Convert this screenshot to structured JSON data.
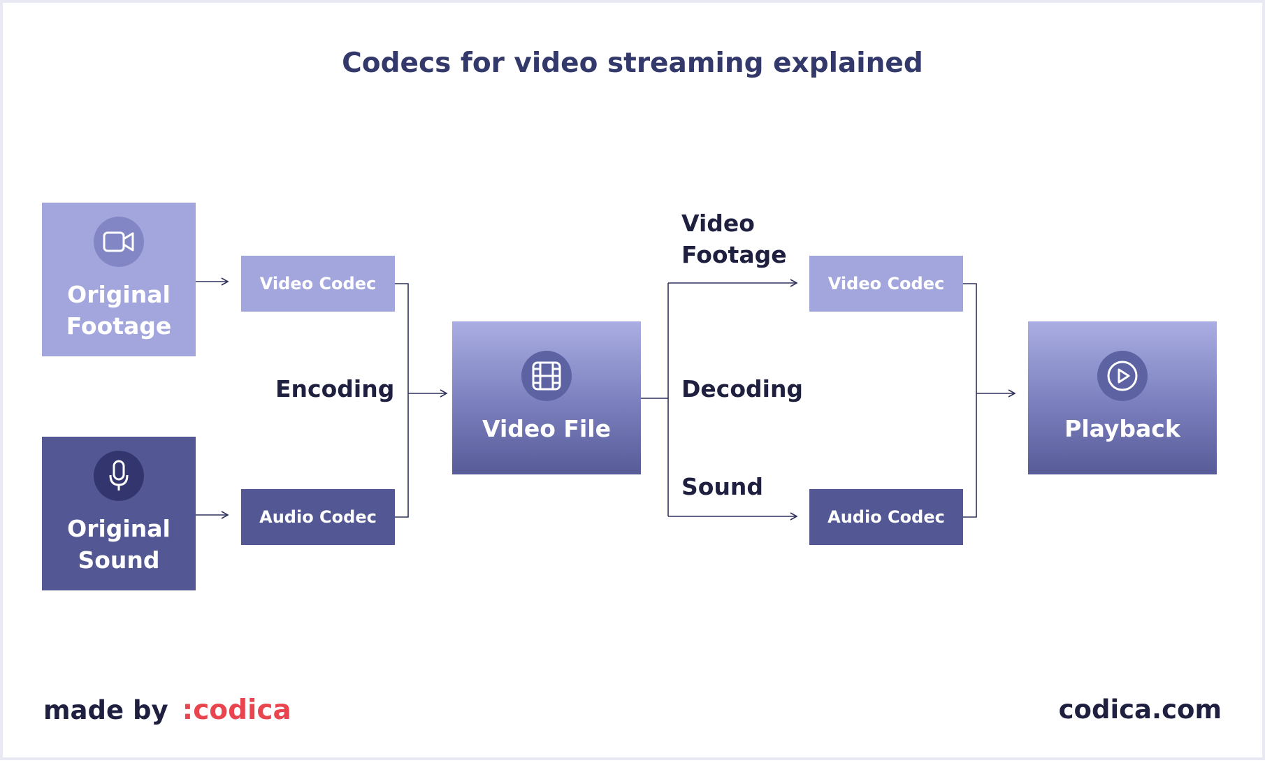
{
  "title": "Codecs for video streaming explained",
  "nodes": {
    "original_footage": {
      "label": "Original Footage",
      "icon": "video-camera-icon"
    },
    "original_sound": {
      "label": "Original Sound",
      "icon": "microphone-icon"
    },
    "encode_video_codec": {
      "label": "Video Codec"
    },
    "encode_audio_codec": {
      "label": "Audio Codec"
    },
    "video_file": {
      "label": "Video File",
      "icon": "film-icon"
    },
    "decode_video_codec": {
      "label": "Video Codec"
    },
    "decode_audio_codec": {
      "label": "Audio Codec"
    },
    "playback": {
      "label": "Playback",
      "icon": "play-circle-icon"
    }
  },
  "labels": {
    "encoding": "Encoding",
    "decoding": "Decoding",
    "video_footage": "Video Footage",
    "sound": "Sound"
  },
  "footer": {
    "made_by": "made by",
    "brand": ":codica",
    "website": "codica.com"
  },
  "colors": {
    "title": "#34396b",
    "light_box": "#a3a6dc",
    "dark_box": "#535793",
    "text_dark": "#1f2040",
    "brand_red": "#e9454f",
    "connector": "#2f315a"
  }
}
